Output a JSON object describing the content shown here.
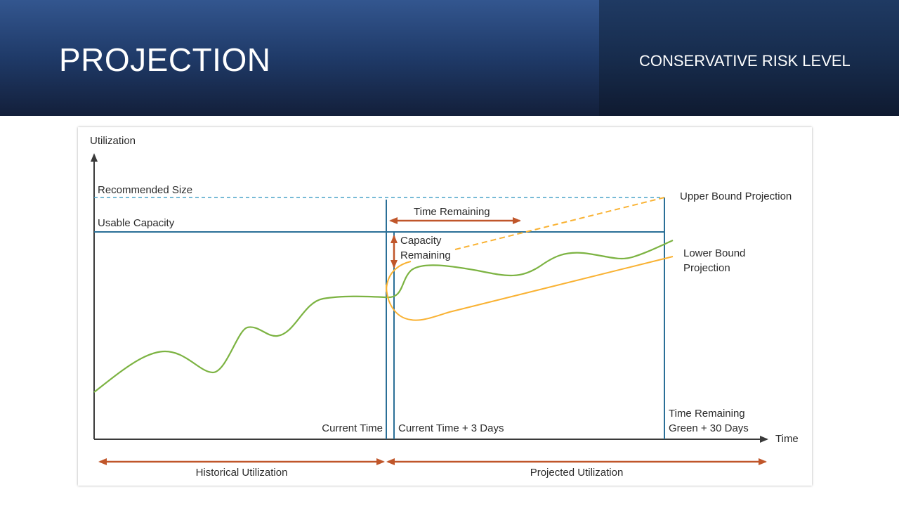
{
  "header": {
    "title": "PROJECTION",
    "subtitle": "CONSERVATIVE RISK LEVEL"
  },
  "diagram": {
    "y_axis_label": "Utilization",
    "x_axis_label": "Time",
    "recommended_size_label": "Recommended Size",
    "usable_capacity_label": "Usable Capacity",
    "time_remaining_label": "Time Remaining",
    "capacity_remaining_line1": "Capacity",
    "capacity_remaining_line2": "Remaining",
    "upper_bound_label": "Upper Bound Projection",
    "lower_bound_line1": "Lower Bound",
    "lower_bound_line2": "Projection",
    "current_time_label": "Current Time",
    "current_time_plus3_label": "Current Time + 3 Days",
    "end_marker_line1": "Time Remaining",
    "end_marker_line2": "Green + 30 Days",
    "historical_label": "Historical Utilization",
    "projected_label": "Projected Utilization",
    "colors": {
      "axis": "#3a3a3a",
      "capacity_line": "#2a6f97",
      "recommended_dashed": "#4aa3c9",
      "utilization_curve": "#7cb342",
      "projection": "#f9b233",
      "arrow": "#c0562a"
    }
  }
}
